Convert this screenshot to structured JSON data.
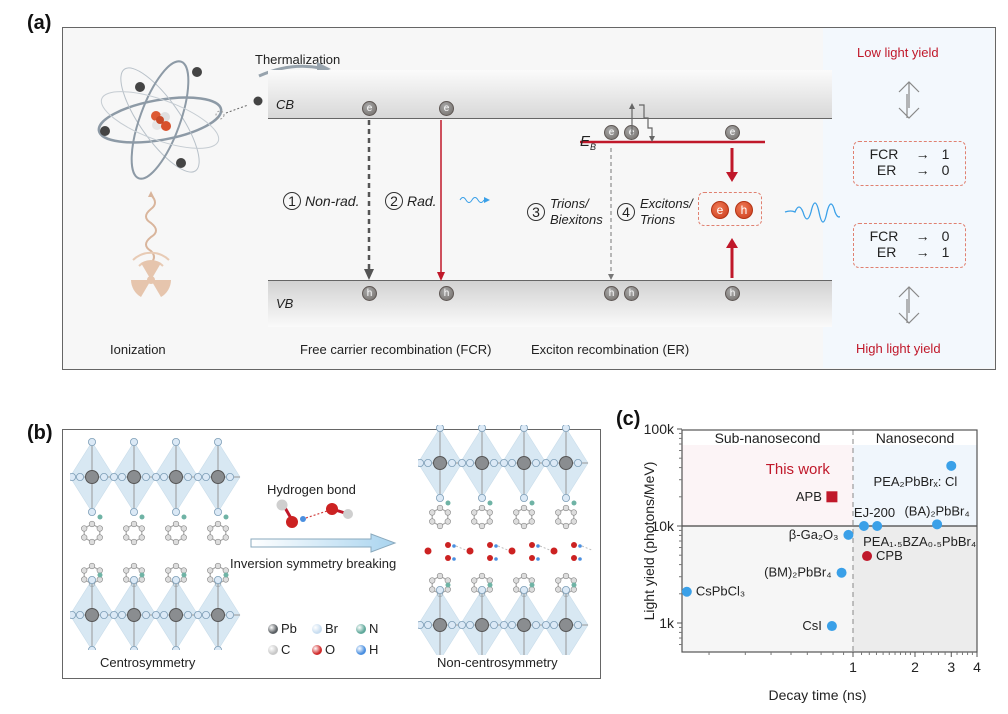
{
  "panel_a": {
    "label": "(a)",
    "thermalization": "Thermalization",
    "cb": "CB",
    "vb": "VB",
    "eb": "E",
    "eb_sub": "B",
    "electron": "e",
    "hole": "h",
    "proc1_num": "1",
    "proc1": "Non-rad.",
    "proc2_num": "2",
    "proc2": "Rad.",
    "proc3_num": "3",
    "proc3_line1": "Trions/",
    "proc3_line2": "Biexitons",
    "proc4_num": "4",
    "proc4_line1": "Excitons/",
    "proc4_line2": "Trions",
    "ionization": "Ionization",
    "fcr_caption": "Free carrier recombination (FCR)",
    "er_caption": "Exciton recombination (ER)",
    "low_yield": "Low light yield",
    "high_yield": "High light yield",
    "box1": [
      {
        "name": "FCR",
        "arrow": "→",
        "val": "1"
      },
      {
        "name": "ER",
        "arrow": "→",
        "val": "0"
      }
    ],
    "box2": [
      {
        "name": "FCR",
        "arrow": "→",
        "val": "0"
      },
      {
        "name": "ER",
        "arrow": "→",
        "val": "1"
      }
    ],
    "colors": {
      "accent_red": "#c0182a",
      "photon_blue": "#3aa0e8"
    }
  },
  "panel_b": {
    "label": "(b)",
    "hydrogen_bond": "Hydrogen bond",
    "transition": "Inversion symmetry breaking",
    "left_caption": "Centrosymmetry",
    "right_caption": "Non-centrosymmetry",
    "legend": [
      {
        "symbol": "Pb",
        "color": "#5a5f63"
      },
      {
        "symbol": "Br",
        "color": "#c8ddf0"
      },
      {
        "symbol": "N",
        "color": "#5fa89a"
      },
      {
        "symbol": "C",
        "color": "#c8c8c8"
      },
      {
        "symbol": "O",
        "color": "#d02a2a"
      },
      {
        "symbol": "H",
        "color": "#4a8fe0"
      }
    ]
  },
  "panel_c": {
    "label": "(c)",
    "region_left": "Sub-nanosecond",
    "region_right": "Nanosecond",
    "this_work": "This work"
  },
  "chart_data": {
    "type": "scatter",
    "title": "",
    "xlabel": "Decay time (ns)",
    "ylabel": "Light yield (photons/MeV)",
    "xscale": "log",
    "yscale": "log",
    "xlim": [
      0.148,
      4
    ],
    "ylim": [
      520,
      100000
    ],
    "xticks": [
      {
        "v": 1,
        "label": "1"
      },
      {
        "v": 2,
        "label": "2"
      },
      {
        "v": 3,
        "label": "3"
      },
      {
        "v": 4,
        "label": "4"
      }
    ],
    "yticks": [
      {
        "v": 1000,
        "label": "1k"
      },
      {
        "v": 10000,
        "label": "10k"
      },
      {
        "v": 100000,
        "label": "100k"
      }
    ],
    "reference_lines": {
      "horizontal": 10000,
      "vertical_dashed": 1
    },
    "points": [
      {
        "name": "APB",
        "x": 0.79,
        "y": 20000,
        "marker": "square",
        "color": "#c0182a",
        "label_pos": "left"
      },
      {
        "name": "CsPbCl₃",
        "x": 0.156,
        "y": 2100,
        "marker": "circle",
        "color": "#3aa0e8",
        "label_pos": "right"
      },
      {
        "name": "CsI",
        "x": 0.79,
        "y": 930,
        "marker": "circle",
        "color": "#3aa0e8",
        "label_pos": "left"
      },
      {
        "name": "(BM)₂PbBr₄",
        "x": 0.88,
        "y": 3300,
        "marker": "circle",
        "color": "#3aa0e8",
        "label_pos": "left"
      },
      {
        "name": "β-Ga₂O₃",
        "x": 0.95,
        "y": 8100,
        "marker": "circle",
        "color": "#3aa0e8",
        "label_pos": "left"
      },
      {
        "name": "EJ-200",
        "x": 1.13,
        "y": 10000,
        "marker": "circle",
        "color": "#3aa0e8",
        "label_pos": "above"
      },
      {
        "name": "PEA₁.₅BZA₀.₅PbBr₄",
        "x": 1.31,
        "y": 10000,
        "marker": "circle",
        "color": "#3aa0e8",
        "label_pos": "below"
      },
      {
        "name": "CPB",
        "x": 1.17,
        "y": 4900,
        "marker": "circle",
        "color": "#c0182a",
        "label_pos": "right"
      },
      {
        "name": "(BA)₂PbBr₄",
        "x": 2.56,
        "y": 10400,
        "marker": "circle",
        "color": "#3aa0e8",
        "label_pos": "above"
      },
      {
        "name": "PEA₂PbBrₓ: Cl",
        "x": 3.0,
        "y": 41700,
        "marker": "circle",
        "color": "#3aa0e8",
        "label_pos": "below"
      }
    ]
  }
}
